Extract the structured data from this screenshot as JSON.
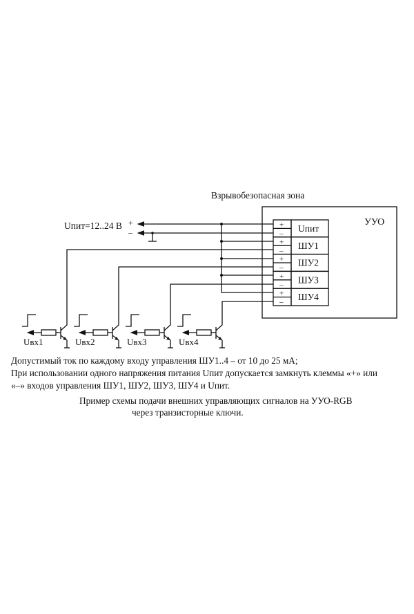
{
  "diagram": {
    "zone_label": "Взрывобезопасная зона",
    "supply_label": "Uпит=12..24 В",
    "plus": "+",
    "minus": "–",
    "device_label": "УУО",
    "terminals": [
      {
        "label": "Uпит",
        "plus": "+",
        "minus": "–"
      },
      {
        "label": "ШУ1",
        "plus": "+",
        "minus": "–"
      },
      {
        "label": "ШУ2",
        "plus": "+",
        "minus": "–"
      },
      {
        "label": "ШУ3",
        "plus": "+",
        "minus": "–"
      },
      {
        "label": "ШУ4",
        "plus": "+",
        "minus": "–"
      }
    ],
    "inputs": [
      "Uвх1",
      "Uвх2",
      "Uвх3",
      "Uвх4"
    ]
  },
  "notes": {
    "line1": "Допустимый ток по каждому входу управления ШУ1..4 – от 10 до 25 мА;",
    "line2": "При использовании одного напряжения питания Uпит допускается замкнуть клеммы «+» или",
    "line3": "«–» входов управления ШУ1, ШУ2, ШУ3, ШУ4 и Uпит."
  },
  "caption": {
    "line1": "Пример схемы подачи внешних управляющих сигналов на УУО-RGB",
    "line2": "через транзисторные ключи."
  }
}
